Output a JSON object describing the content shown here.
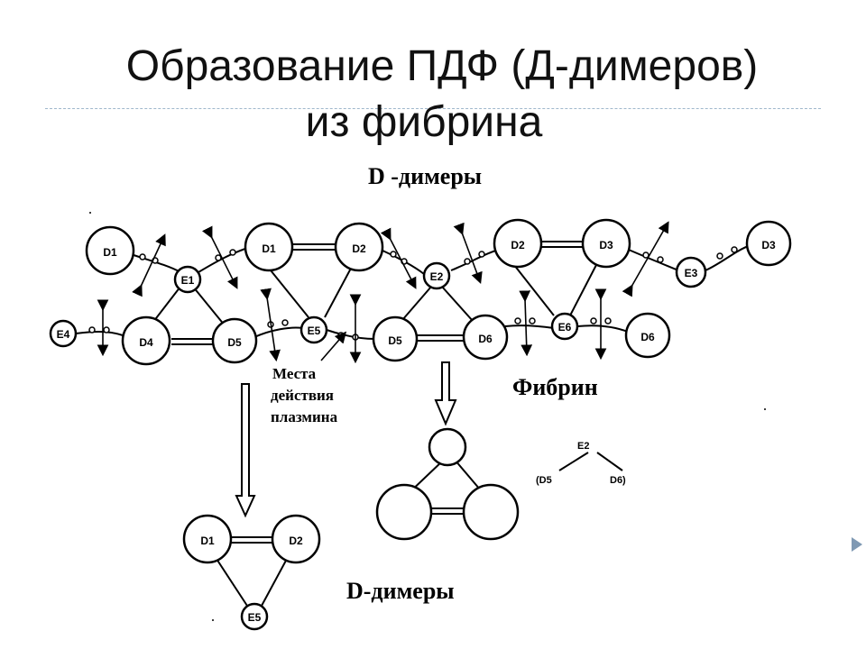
{
  "slide": {
    "title_line1": "Образование ПДФ (Д-димеров)",
    "title_line2": "из фибрина"
  },
  "diagram": {
    "heading_top": "D -димеры",
    "fibrin_label": "Фибрин",
    "plasmin_label_lines": [
      "Места",
      "действия",
      "плазмина"
    ],
    "bottom_label": "D-димеры",
    "nodes": {
      "D1a": "D1",
      "E1": "E1",
      "D1b": "D1",
      "D2a": "D2",
      "E2a": "E2",
      "D2b": "D2",
      "D3a": "D3",
      "E3": "E3",
      "D3b": "D3",
      "E4": "E4",
      "D4": "D4",
      "D5a": "D5",
      "E5": "E5",
      "D5b": "D5",
      "D6a": "D6",
      "E6": "E6",
      "D6b": "D6",
      "L_D1": "D1",
      "L_D2": "D2",
      "L_E5": "E5"
    },
    "tree": {
      "root": "E2",
      "left": "(D5",
      "right": "D6)"
    }
  }
}
